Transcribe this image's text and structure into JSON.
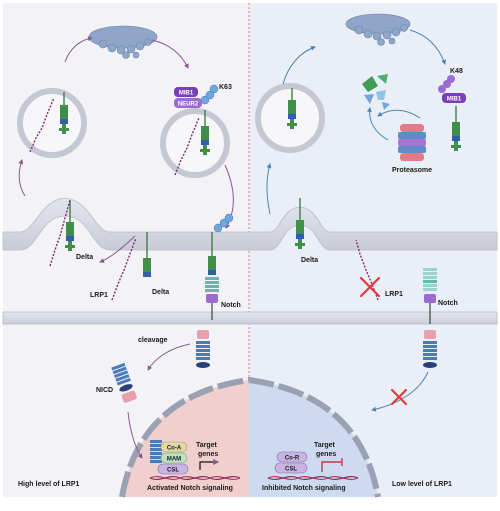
{
  "labels": {
    "k63": "K63",
    "k48": "K48",
    "mib1": "MIB1",
    "neur2": "NEUR2",
    "proteasome": "Proteasome",
    "delta": "Delta",
    "lrp1": "LRP1",
    "notch": "Notch",
    "cleavage": "cleavage",
    "nicd": "NICD",
    "coa": "Co-A",
    "mam": "MAM",
    "csl": "CSL",
    "cor": "Co-R",
    "target_genes_l1": "Target",
    "target_genes_l2": "genes"
  },
  "footer": {
    "left_caption": "High level of LRP1",
    "center_left_caption": "Activated Notch signaling",
    "center_right_caption": "Inhibited Notch signaling",
    "right_caption": "Low level of LRP1"
  },
  "colors": {
    "panel_left": "#f3f2f6",
    "panel_right": "#eaeef6",
    "membrane": "#d9dce5",
    "membrane_edge": "#b8bcc8",
    "green_domain": "#3f8f4a",
    "blue_domain": "#2f5fa8",
    "purple_ubq": "#8a4cc2",
    "ubq_blue": "#6fa6dd",
    "nucleus_left": "#f2c9c9",
    "nucleus_right": "#c9d7ee",
    "dna_red": "#c23a4a",
    "red_x": "#e23a3a"
  }
}
